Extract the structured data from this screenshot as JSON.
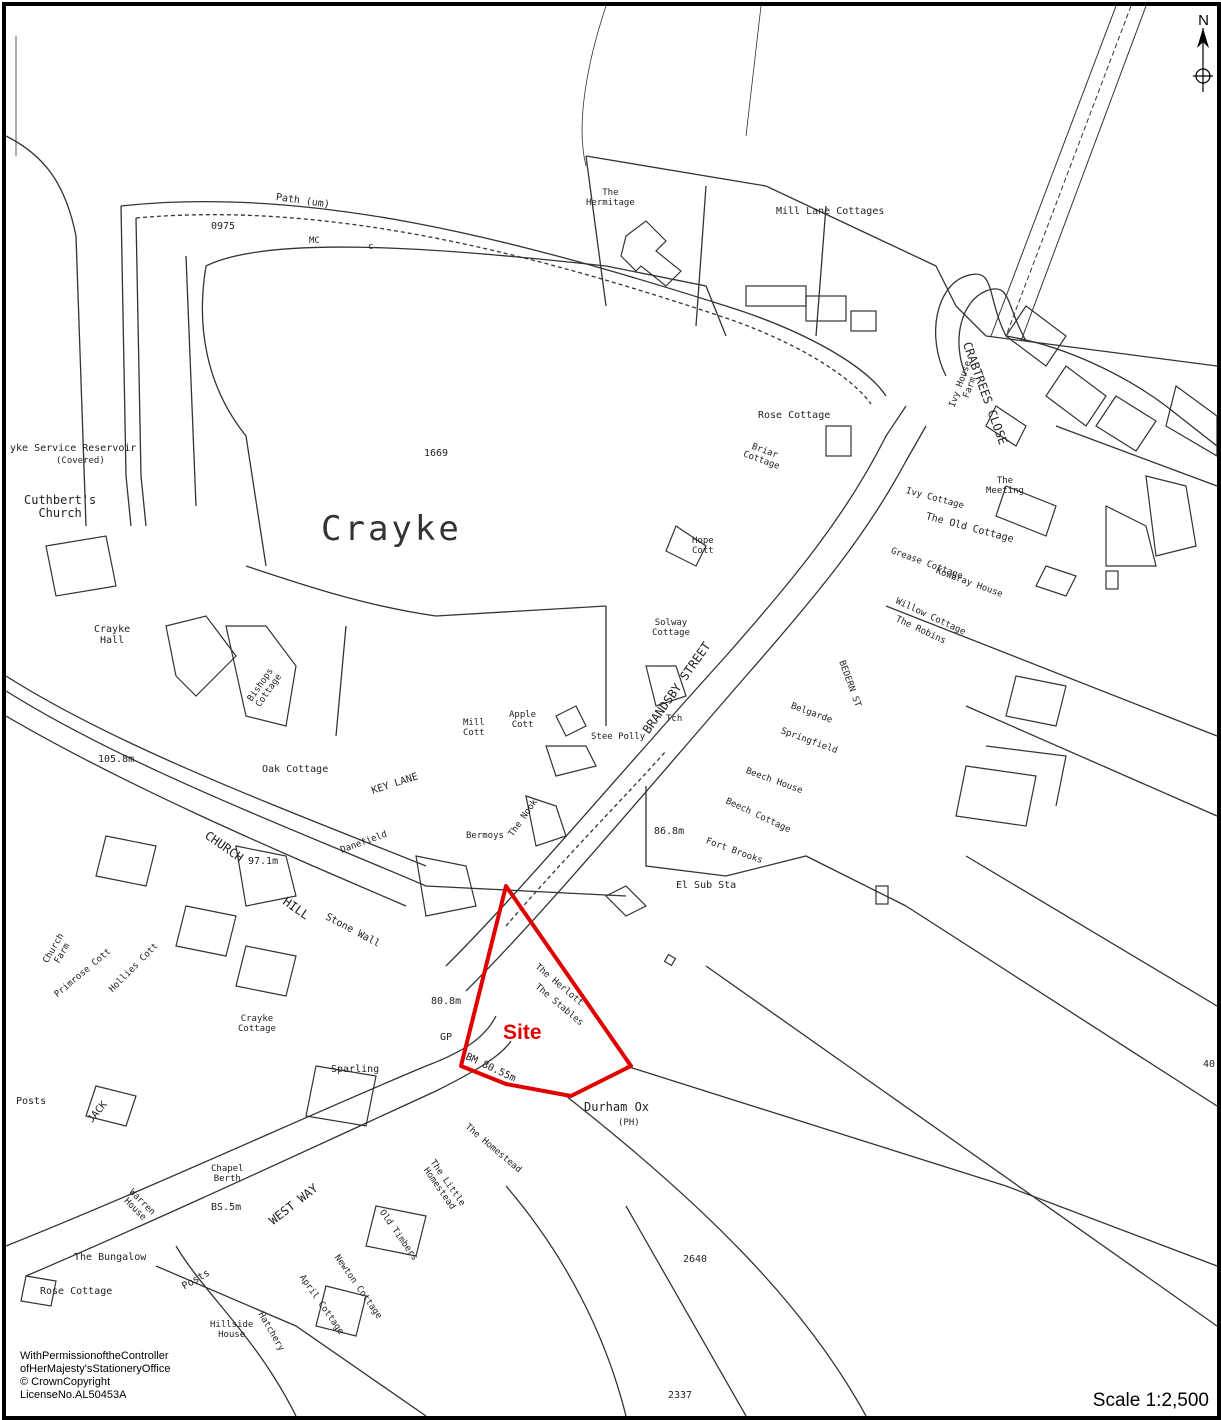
{
  "map": {
    "north_letter": "N",
    "site_label": "Site",
    "scale_label": "Scale 1:2,500",
    "copyright_lines": [
      "WithPermissionoftheController",
      "ofHerMajesty'sStationeryOffice",
      "© CrownCopyright",
      "LicenseNo.AL50453A"
    ],
    "colors": {
      "site_boundary": "#e00000",
      "linework": "#333333",
      "frame": "#000000"
    },
    "icons": [
      "north-arrow-icon",
      "compass-crosshair-icon"
    ],
    "labels": {
      "town": "Crayke",
      "path": "Path (um)",
      "p0975": "0975",
      "mc": "MC",
      "c": "c",
      "hermitage": "The\nHermitage",
      "mill_lane": "Mill Lane Cottages",
      "p1669": "1669",
      "reservoir": "yke Service Reservoir",
      "covered": "(Covered)",
      "cuthbert": "Cuthbert's\nChurch",
      "crayke_hall": "Crayke\nHall",
      "bishops": "Bishops\nCottage",
      "oak": "Oak Cottage",
      "b105": "105.8m",
      "key_lane": "KEY LANE",
      "church_hill": "CHURCH",
      "hill": "HILL",
      "b97": "97.1m",
      "stone_wall": "Stone Wall",
      "church_farm": "Church\nFarm",
      "primrose": "Primrose Cott",
      "hollies": "Hollies Cott",
      "crayke_cottage": "Crayke\nCottage",
      "sparling": "Sparling",
      "jack": "JACK",
      "posts": "Posts",
      "chapel": "Chapel\nBerth",
      "bs": "BS.5m",
      "warren": "Warren\nHouse",
      "bungalow": "The Bungalow",
      "rose_cottage_sw": "Rose Cottage",
      "hillside": "Hillside\nHouse",
      "west_way": "WEST WAY",
      "posts2": "Posts",
      "rose_cottage": "Rose Cottage",
      "brook": "Briar\nCottage",
      "hope": "Hope\nCott",
      "solway": "Solway\nCottage",
      "mill_cott": "Mill\nCott",
      "apple_cott": "Apple\nCott",
      "stee_polly": "Stee Polly",
      "tch": "Tch",
      "brandsby": "BRANDSBY STREET",
      "b86": "86.8m",
      "el_sub": "El Sub Sta",
      "beech_house": "Beech House",
      "beech_cottage": "Beech Cottage",
      "fort_brooks": "Fort Brooks",
      "spring": "Springfield",
      "belgarde": "Belgarde",
      "ivy_house": "Ivy House\nFarm",
      "crabtrees": "CRABTREES CLOSE",
      "ivy_cottage": "Ivy Cottage",
      "the_meeting": "The\nMeeting",
      "old_cottage": "The Old Cottage",
      "grease": "Grease Cottage",
      "kowbray": "Kowbray House",
      "willow": "Willow Cottage",
      "robins": "The Robins",
      "bedern": "BEDERN ST",
      "danefield": "Danefield",
      "bermoys": "Bermoys",
      "the_nook": "The Nook",
      "b80": "80.8m",
      "gp": "GP",
      "bm": "BM 80.55m",
      "durham_ox": "Durham Ox",
      "ph": "(PH)",
      "the_harlot": "The Herlott",
      "the_stables": "The Stables",
      "homestead": "The Homestead",
      "little_homestead": "The Little\nHomestead",
      "old_timbers": "Old Timbers",
      "newton": "Newton Cottage",
      "april": "April Cottage",
      "p2640": "2640",
      "p2337": "2337",
      "hatchery": "Hatchery"
    },
    "margin_text": "40"
  }
}
